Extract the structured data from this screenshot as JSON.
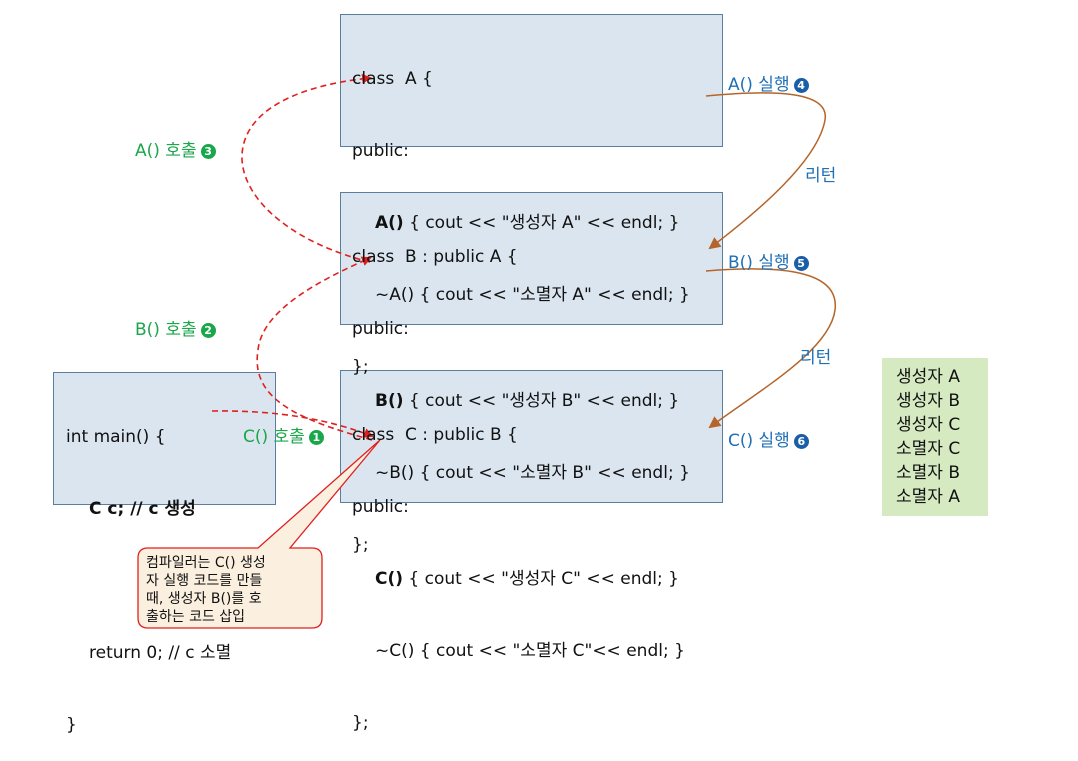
{
  "class_a": {
    "line1": "class  A {",
    "line2": "public:",
    "ctor_name": "A()",
    "ctor_body": " { cout << \"생성자 A\" << endl; }",
    "dtor": "~A() { cout << \"소멸자 A\" << endl; }",
    "end": "};"
  },
  "class_b": {
    "line1": "class  B : public A {",
    "line2": "public:",
    "ctor_name": "B()",
    "ctor_body": " { cout << \"생성자 B\" << endl; }",
    "dtor": "~B() { cout << \"소멸자 B\" << endl; }",
    "end": "};"
  },
  "class_c": {
    "line1": "class  C : public B {",
    "line2": "public:",
    "ctor_name": "C()",
    "ctor_body": " { cout << \"생성자 C\" << endl; }",
    "dtor": "~C() { cout << \"소멸자 C\"<< endl; }",
    "end": "};"
  },
  "main_code": {
    "line1": "int main() {",
    "line2": "C c; // c 생성",
    "line4": "return 0; // c 소멸",
    "line5": "}"
  },
  "labels": {
    "call_a": "A() 호출",
    "call_a_num": "3",
    "call_b": "B() 호출",
    "call_b_num": "2",
    "call_c": "C() 호출",
    "call_c_num": "1",
    "run_a": "A() 실행",
    "run_a_num": "4",
    "run_b": "B() 실행",
    "run_b_num": "5",
    "run_c": "C() 실행",
    "run_c_num": "6",
    "return1": "리턴",
    "return2": "리턴"
  },
  "output": [
    "생성자 A",
    "생성자 B",
    "생성자 C",
    "소멸자 C",
    "소멸자 B",
    "소멸자 A"
  ],
  "callout": {
    "line1": "컴파일러는 C() 생성",
    "line2": "자 실행 코드를 만들",
    "line3": "때, 생성자 B()를 호",
    "line4": "출하는 코드 삽입"
  },
  "colors": {
    "box_fill": "#dae5ef",
    "call_arrow": "#e0201f",
    "return_arrow": "#b5652a",
    "call_label": "#1aa64a",
    "run_label": "#1f6fb5",
    "output_fill": "#d6eac2",
    "callout_fill": "#fbf0df"
  }
}
